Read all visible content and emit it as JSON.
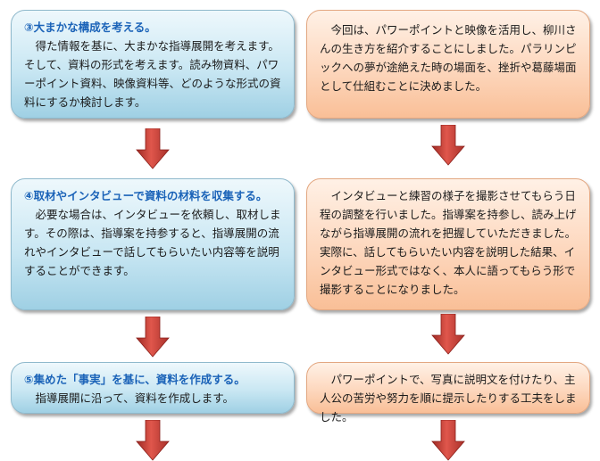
{
  "steps": [
    {
      "title": "③大まかな構成を考える。",
      "text": "得た情報を基に、大まかな指導展開を考えます。そして、資料の形式を考えます。読み物資料、パワーポイント資料、映像資料等、どのような形式の資料にするか検討します。",
      "note": "今回は、パワーポイントと映像を活用し、柳川さんの生き方を紹介することにしました。パラリンピックへの夢が途絶えた時の場面を、挫折や葛藤場面として仕組むことに決めました。"
    },
    {
      "title": "④取材やインタビューで資料の材料を収集する。",
      "text": "必要な場合は、インタビューを依頼し、取材します。その際は、指導案を持参すると、指導展開の流れやインタビューで話してもらいたい内容等を説明することができます。",
      "note": "インタビューと練習の様子を撮影させてもらう日程の調整を行いました。指導案を持参し、読み上げながら指導展開の流れを把握していただきました。実際に、話してもらいたい内容を説明した結果、インタビュー形式ではなく、本人に語ってもらう形で撮影することになりました。"
    },
    {
      "title": "⑤集めた「事実」を基に、資料を作成する。",
      "text": "指導展開に沿って、資料を作成します。",
      "note": "パワーポイントで、写真に説明文を付けたり、主人公の苦労や努力を順に提示したりする工夫をしました。"
    }
  ],
  "colors": {
    "title": "#1b63b8",
    "blue_box": "#c9e7f3",
    "orange_box": "#fdd7bd",
    "arrow": "#c0392b"
  }
}
